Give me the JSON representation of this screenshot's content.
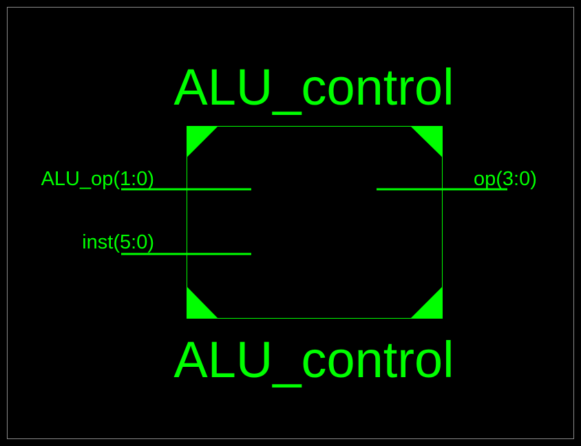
{
  "symbol": {
    "name_top": "ALU_control",
    "name_bottom": "ALU_control",
    "color": "#00ff00",
    "border_color": "#8c8c8c",
    "background": "#000000"
  },
  "pins": {
    "inputs": [
      {
        "label": "ALU_op(1:0)"
      },
      {
        "label": "inst(5:0)"
      }
    ],
    "outputs": [
      {
        "label": "op(3:0)"
      }
    ]
  }
}
